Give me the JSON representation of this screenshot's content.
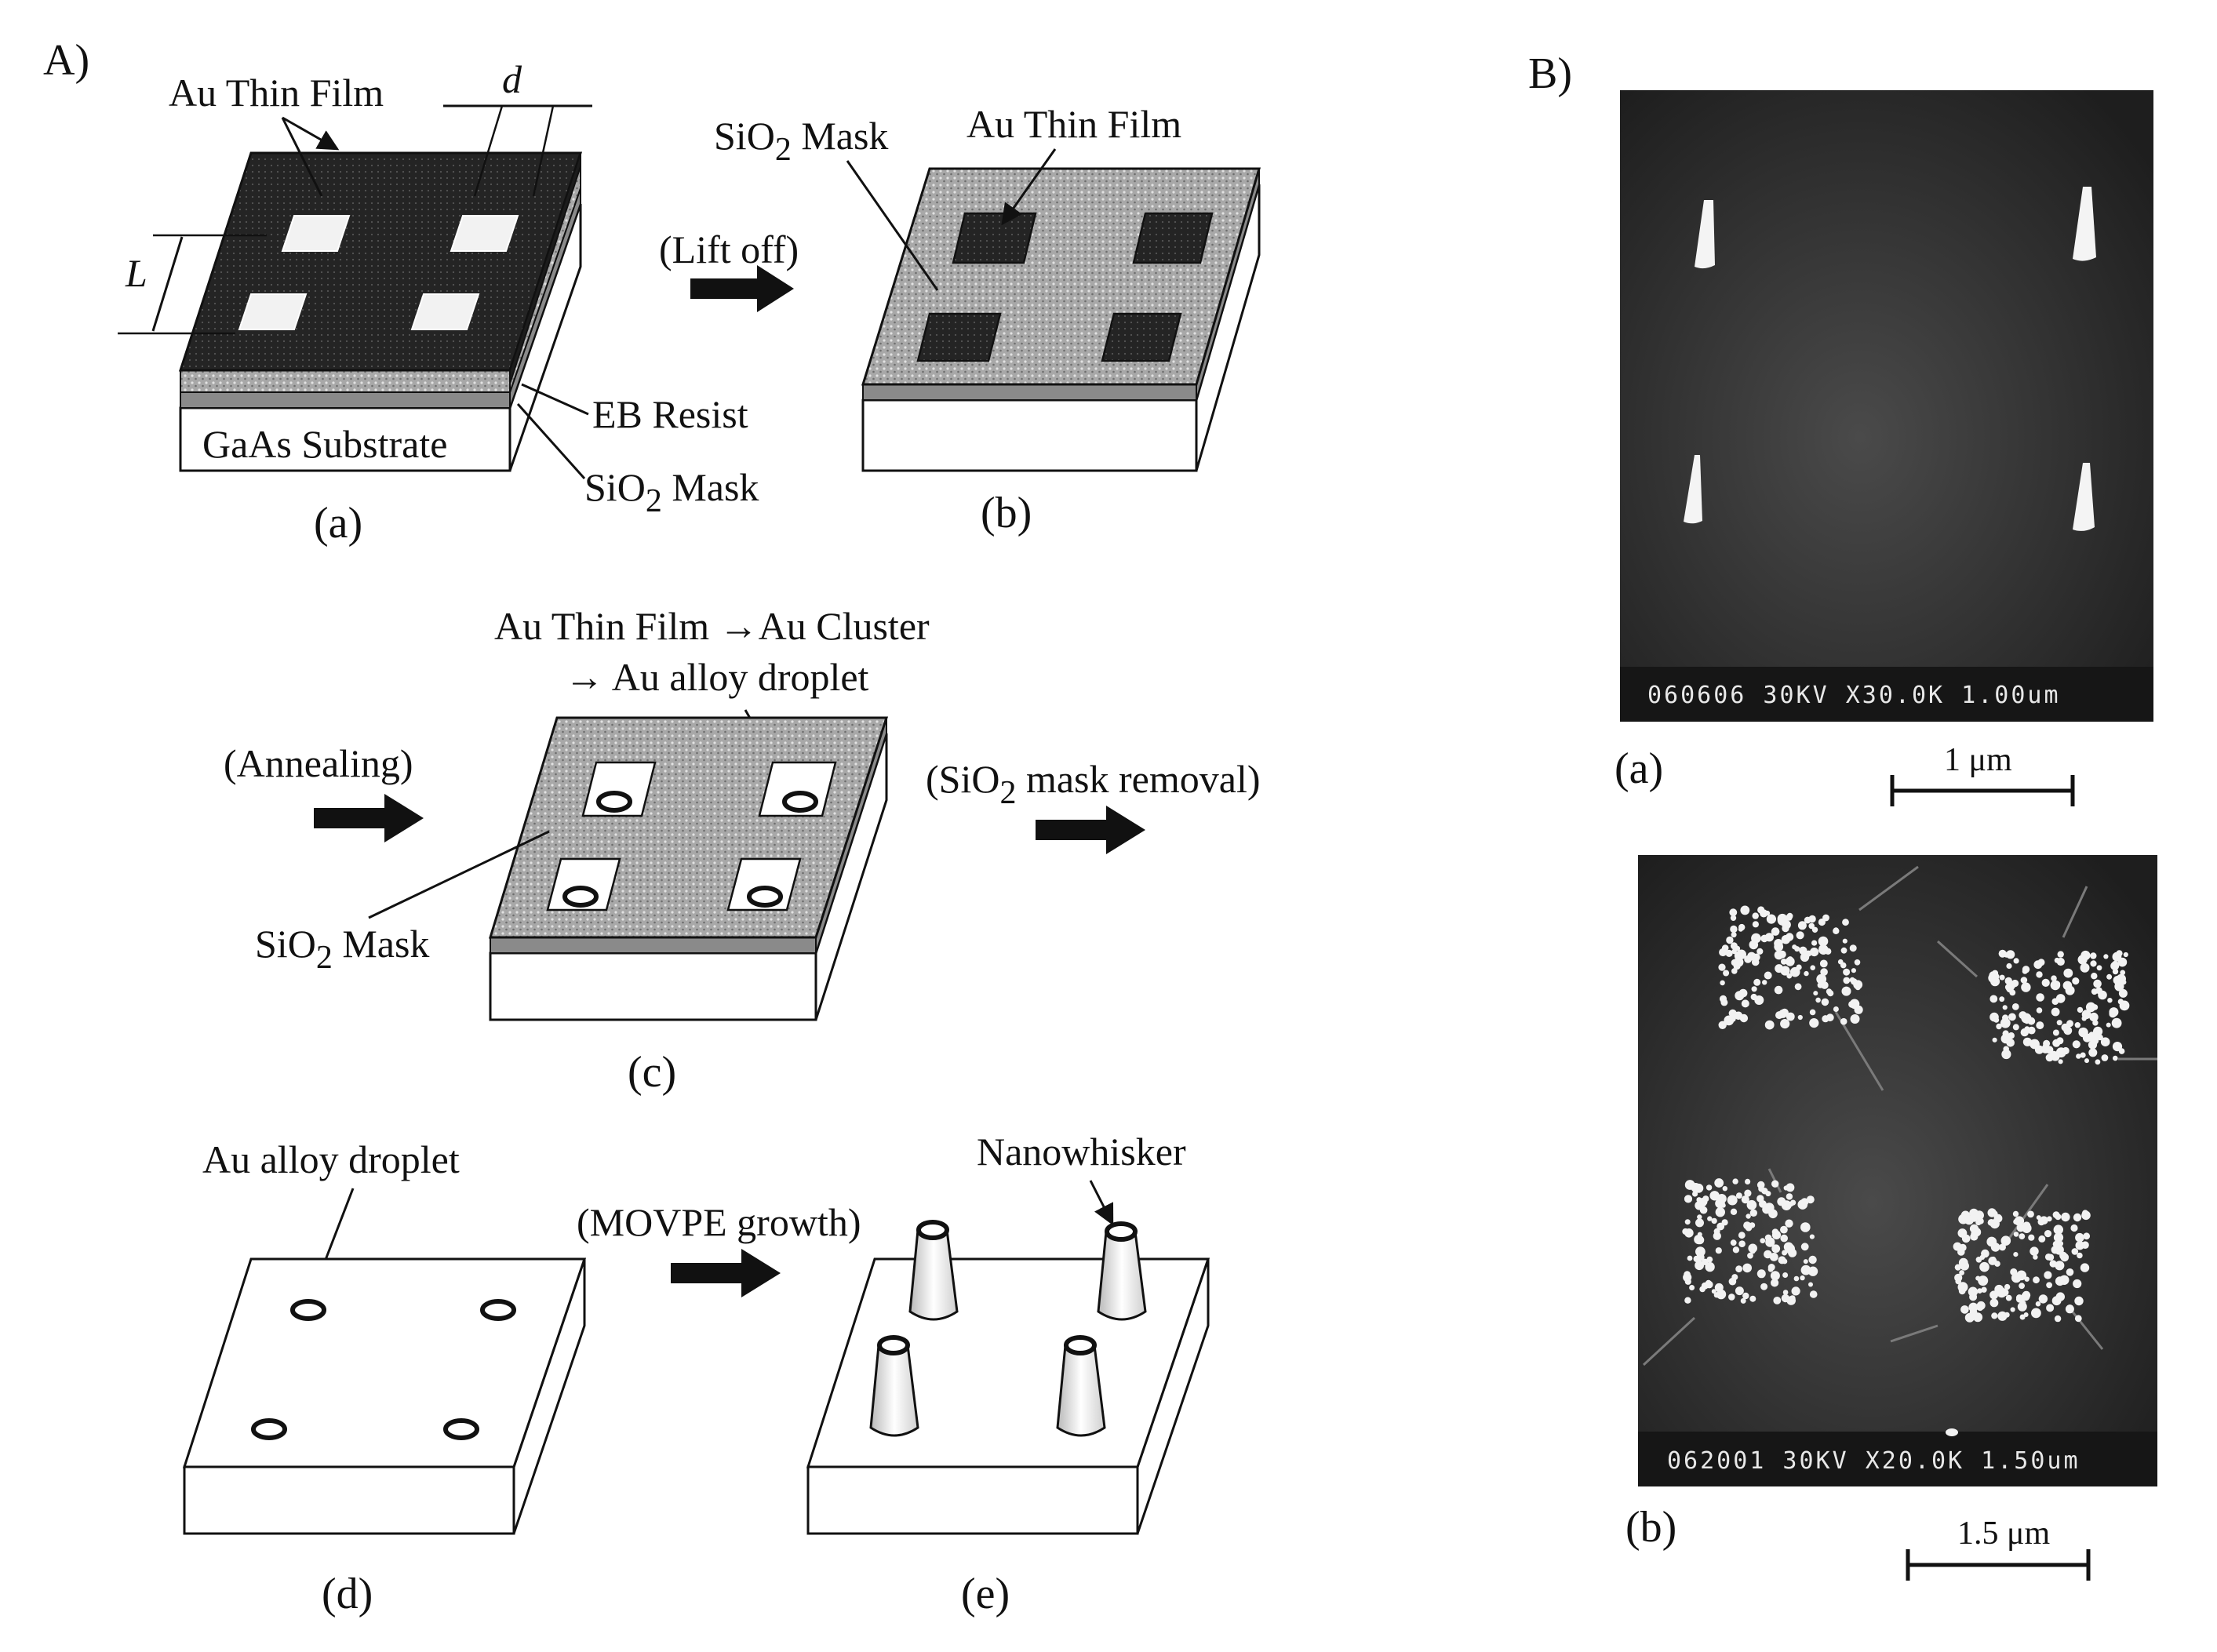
{
  "panelA": {
    "label": "A)",
    "a": {
      "au_film": "Au Thin Film",
      "d": "d",
      "L": "L",
      "eb_resist": "EB  Resist",
      "substrate": "GaAs  Substrate",
      "sio2_mask": {
        "main": "SiO",
        "sub": "2",
        "rest": " Mask"
      },
      "caption": "(a)"
    },
    "b": {
      "sio2_mask": {
        "main": "SiO",
        "sub": "2",
        "rest": " Mask"
      },
      "au_film": "Au Thin Film",
      "step": "(Lift off)",
      "caption": "(b)"
    },
    "c": {
      "line1": "Au  Thin Film →Au Cluster",
      "line2": "→  Au alloy droplet",
      "step_in": "(Annealing)",
      "step_out": {
        "pre": "(SiO",
        "sub": "2",
        "rest": " mask removal)"
      },
      "sio2_mask": {
        "main": "SiO",
        "sub": "2",
        "rest": " Mask"
      },
      "caption": "(c)"
    },
    "d": {
      "droplet": "Au alloy droplet",
      "caption": "(d)"
    },
    "e": {
      "step": "(MOVPE growth)",
      "whisker": "Nanowhisker",
      "caption": "(e)"
    }
  },
  "panelB": {
    "label": "B)",
    "a": {
      "info": "060606  30KV  X30.0K  1.00um",
      "scale": "1 μm",
      "caption": "(a)"
    },
    "b": {
      "info": "062001  30KV  X20.0K  1.50um",
      "scale": "1.5 μm",
      "caption": "(b)"
    }
  }
}
